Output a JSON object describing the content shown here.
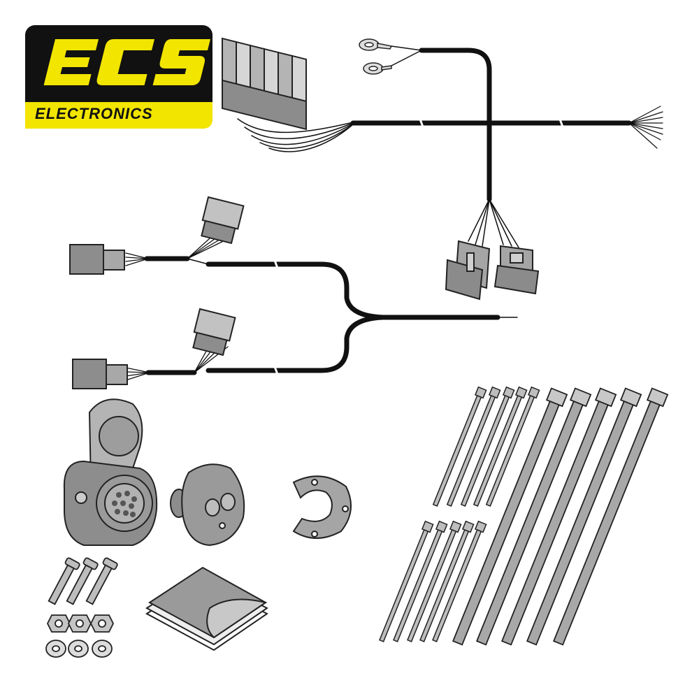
{
  "brand": {
    "logo_main": "ECS",
    "logo_sub": "ELECTRONICS",
    "logo_bg_color": "#111111",
    "logo_accent_color": "#f2e500"
  },
  "kit_items": [
    "wiring-harness-with-relay-connectors",
    "rear-light-harness-with-plug-connectors",
    "13-pin-socket",
    "socket-seal",
    "mounting-gasket",
    "bolts",
    "nuts",
    "washers",
    "adhesive-pads",
    "cable-ties-small",
    "cable-ties-large"
  ],
  "colors": {
    "wire": "#111111",
    "part_fill": "#9b9b9b",
    "part_light": "#c9c9c9",
    "outline": "#222222"
  }
}
